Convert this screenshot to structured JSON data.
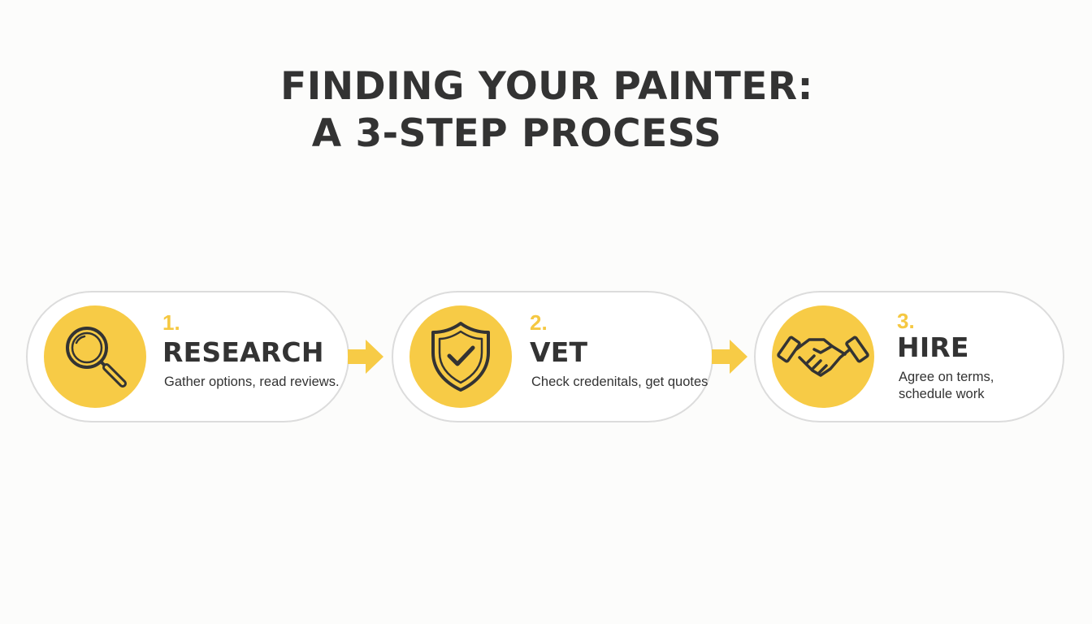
{
  "title": {
    "line1": "FINDING YOUR PAINTER:",
    "line2": "A 3-STEP PROCESS"
  },
  "colors": {
    "accent": "#f7cb46",
    "text": "#333333",
    "card_border": "#dcdcdc"
  },
  "steps": [
    {
      "number": "1.",
      "label": "RESEARCH",
      "description": "Gather options, read reviews.",
      "icon": "magnifying-glass-icon"
    },
    {
      "number": "2.",
      "label": "VET",
      "description": "Check credenitals, get quotes",
      "icon": "shield-check-icon"
    },
    {
      "number": "3.",
      "label": "HIRE",
      "description": "Agree on terms, schedule work",
      "icon": "handshake-icon"
    }
  ]
}
